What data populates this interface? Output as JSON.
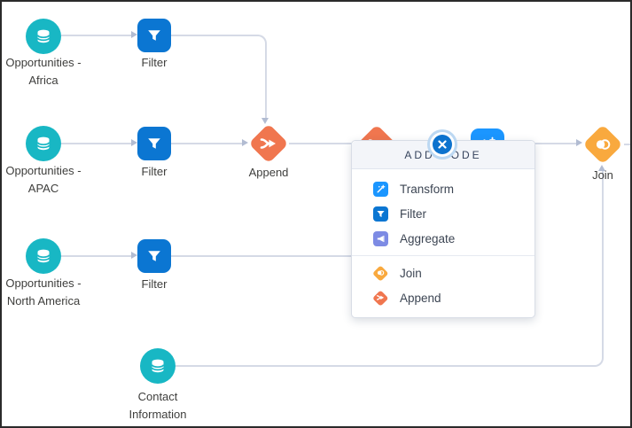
{
  "nodes": {
    "opp_africa": {
      "line1": "Opportunities -",
      "line2": "Africa"
    },
    "filter_africa": {
      "label": "Filter"
    },
    "opp_apac": {
      "line1": "Opportunities -",
      "line2": "APAC"
    },
    "filter_apac": {
      "label": "Filter"
    },
    "append1": {
      "label": "Append"
    },
    "opp_na": {
      "line1": "Opportunities -",
      "line2": "North America"
    },
    "filter_na": {
      "label": "Filter"
    },
    "join1": {
      "label": "Join"
    },
    "contact": {
      "line1": "Contact",
      "line2": "Information"
    }
  },
  "popup": {
    "title": "ADD NODE",
    "items": [
      {
        "label": "Transform",
        "icon": "transform-icon",
        "color": "#1b96ff"
      },
      {
        "label": "Filter",
        "icon": "filter-icon",
        "color": "#0b76d2"
      },
      {
        "label": "Aggregate",
        "icon": "aggregate-icon",
        "color": "#7d8be4"
      },
      {
        "label": "Join",
        "icon": "join-icon",
        "color": "#f9a93e"
      },
      {
        "label": "Append",
        "icon": "append-icon",
        "color": "#f0764f"
      }
    ],
    "close_icon": "x-circle"
  },
  "colors": {
    "dataset_teal": "#18b7c4",
    "filter_blue": "#0b76d2",
    "transform_blue": "#1b96ff",
    "aggregate_indigo": "#7d8be4",
    "join_yellow": "#f9a93e",
    "append_orange": "#f0764f",
    "edge_line": "#d5dae6",
    "edge_arrow": "#b2bcd2"
  }
}
